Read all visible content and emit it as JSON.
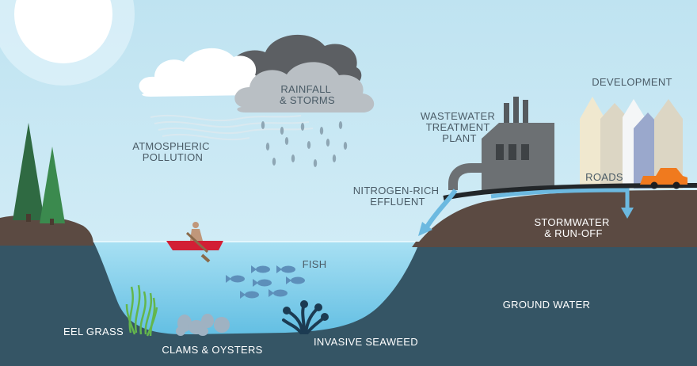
{
  "labels": {
    "rainfall": [
      "RAINFALL",
      "& STORMS"
    ],
    "atmospheric": [
      "ATMOSPHERIC",
      "POLLUTION"
    ],
    "wastewater": [
      "WASTEWATER",
      "TREATMENT",
      "PLANT"
    ],
    "development": "DEVELOPMENT",
    "roads": "ROADS",
    "nitrogen": [
      "NITROGEN-RICH",
      "EFFLUENT"
    ],
    "stormwater": [
      "STORMWATER",
      "& RUN-OFF"
    ],
    "fish": "FISH",
    "ground_water": "GROUND WATER",
    "eel_grass": "EEL GRASS",
    "clams": "CLAMS & OYSTERS",
    "seaweed": "INVASIVE SEAWEED"
  },
  "colors": {
    "sky": "#c7e6f2",
    "water": "#8fd3ee",
    "ground_water": "#355565",
    "land": "#5b4a42",
    "label_dark": "#4a5b66",
    "label_light": "#ffffff"
  }
}
